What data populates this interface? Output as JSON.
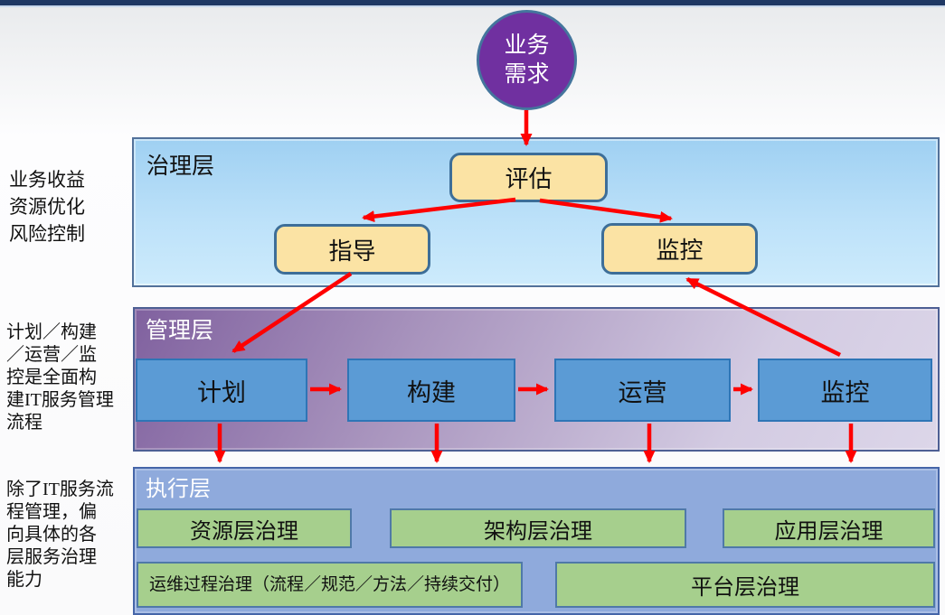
{
  "colors": {
    "top_bar_navy": "#1F3864",
    "arrow_red": "#FF0000",
    "business_need_purple": "#7030A0",
    "governance_node_yellow": "#FBE3A4",
    "management_node_blue": "#5B9BD5",
    "execution_node_green": "#A6CF8D",
    "governance_layer_blue": "#BCE1F9",
    "management_layer_purple": "#A995BE",
    "execution_layer_blue": "#8FAADC"
  },
  "left_notes": {
    "governance_note": "业务收益\n资源优化\n风险控制",
    "management_note": "计划／构建\n／运营／监\n控是全面构\n建IT服务管理\n流程",
    "execution_note": "除了IT服务流\n程管理，偏\n向具体的各\n层服务治理\n能力"
  },
  "diagram": {
    "business_need": "业务\n需求",
    "governance": {
      "title": "治理层",
      "evaluate": "评估",
      "direct": "指导",
      "monitor": "监控"
    },
    "management": {
      "title": "管理层",
      "nodes": [
        "计划",
        "构建",
        "运营",
        "监控"
      ]
    },
    "execution": {
      "title": "执行层",
      "resource": "资源层治理",
      "architecture": "架构层治理",
      "application": "应用层治理",
      "operations": "运维过程治理（流程／规范／方法／持续交付）",
      "platform": "平台层治理"
    }
  }
}
